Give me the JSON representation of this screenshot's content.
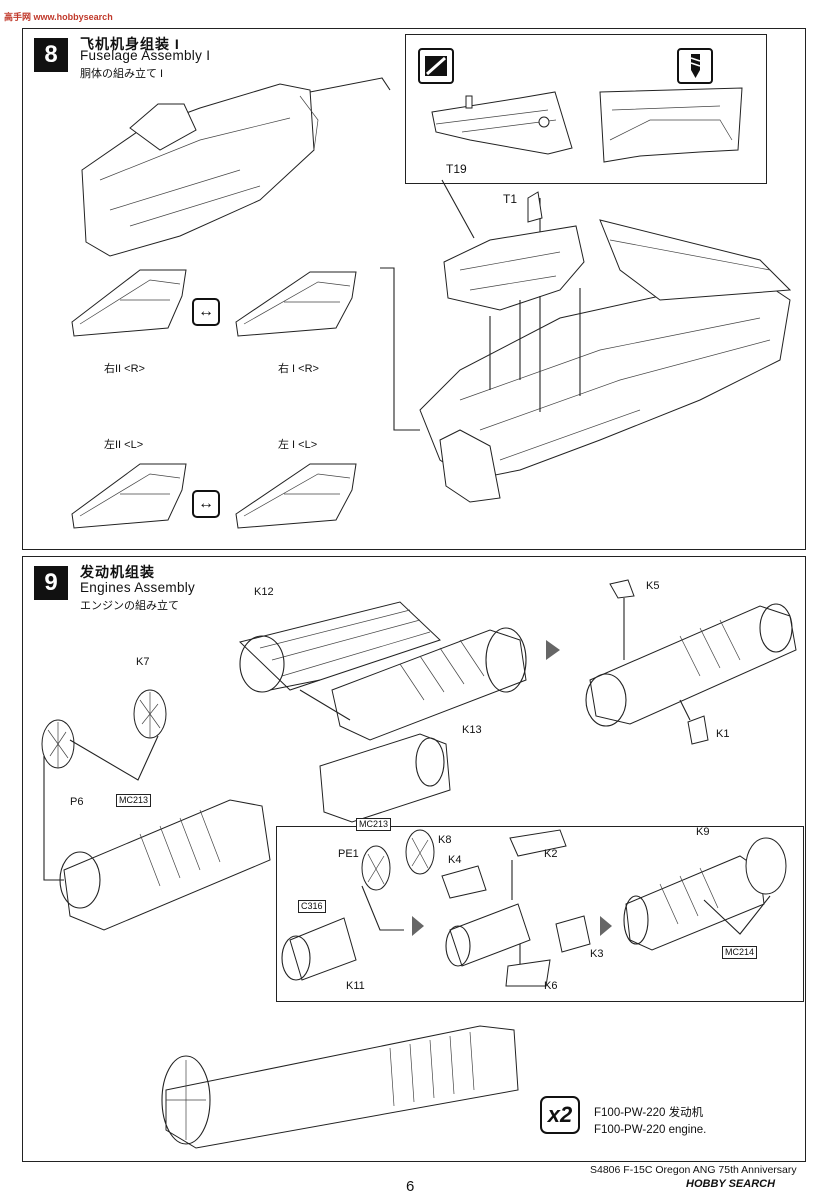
{
  "watermark": "高手网 www.hobbysearch",
  "step8": {
    "number": "8",
    "title_cn": "飞机机身组装 I",
    "title_en": "Fuselage Assembly I",
    "title_jp": "胴体の組み立て I",
    "labels": {
      "t19": "T19",
      "t1": "T1",
      "right2": "右II <R>",
      "right1": "右 I <R>",
      "left2": "左II <L>",
      "left1": "左 I <L>"
    },
    "icons": [
      "cut-icon",
      "drill-icon",
      "swap-arrows-icon"
    ]
  },
  "step9": {
    "number": "9",
    "title_cn": "发动机组装",
    "title_en": "Engines Assembly",
    "title_jp": "エンジンの組み立て",
    "labels": {
      "k12": "K12",
      "k7": "K7",
      "k13": "K13",
      "p6": "P6",
      "k5": "K5",
      "k1": "K1",
      "k8": "K8",
      "pe1": "PE1",
      "k4": "K4",
      "k2": "K2",
      "k9": "K9",
      "k3": "K3",
      "k6": "K6",
      "k11": "K11"
    },
    "color_codes": {
      "mc213_a": "MC213",
      "mc213_b": "MC213",
      "c316": "C316",
      "mc214": "MC214"
    },
    "quantity": "x2",
    "engine_cn": "F100-PW-220 发动机",
    "engine_en": "F100-PW-220 engine."
  },
  "footer": {
    "product": "S4806 F-15C Oregon ANG 75th Anniversary",
    "page": "6",
    "brand": "HOBBY SEARCH"
  }
}
